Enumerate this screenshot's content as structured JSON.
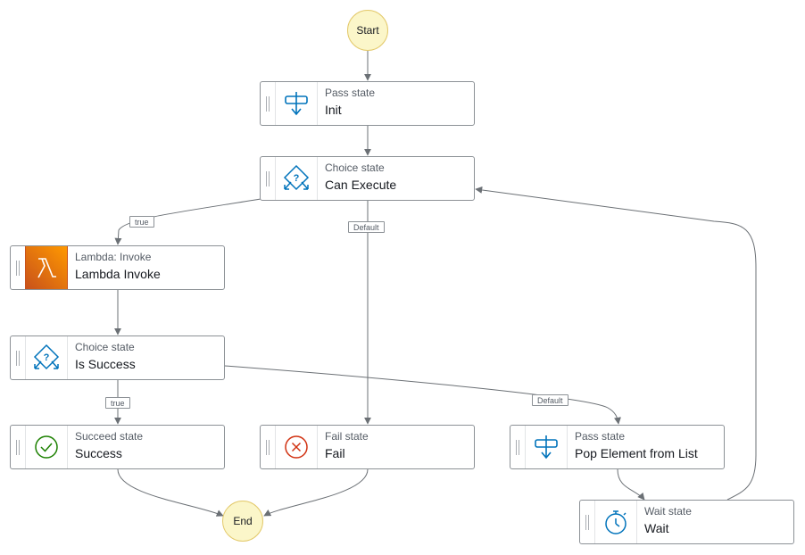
{
  "nodes": {
    "start": {
      "label": "Start"
    },
    "end": {
      "label": "End"
    },
    "init": {
      "type": "Pass state",
      "name": "Init",
      "icon": "pass-icon"
    },
    "can_execute": {
      "type": "Choice state",
      "name": "Can Execute",
      "icon": "choice-icon"
    },
    "lambda_invoke": {
      "type": "Lambda: Invoke",
      "name": "Lambda Invoke",
      "icon": "lambda-icon"
    },
    "is_success": {
      "type": "Choice state",
      "name": "Is Success",
      "icon": "choice-icon"
    },
    "success": {
      "type": "Succeed state",
      "name": "Success",
      "icon": "check-circle-icon"
    },
    "fail": {
      "type": "Fail state",
      "name": "Fail",
      "icon": "x-circle-icon"
    },
    "pop_element": {
      "type": "Pass state",
      "name": "Pop Element from List",
      "icon": "pass-icon"
    },
    "wait": {
      "type": "Wait state",
      "name": "Wait",
      "icon": "stopwatch-icon"
    }
  },
  "edge_labels": {
    "can_execute_true": "true",
    "can_execute_default": "Default",
    "is_success_true": "true",
    "is_success_default": "Default"
  },
  "colors": {
    "terminal_fill": "#fbf6c9",
    "icon_blue": "#0073bb",
    "succeed_green": "#1d8102",
    "fail_red": "#d13212",
    "lambda_orange": "#ff9900",
    "edge": "#6b7075"
  }
}
